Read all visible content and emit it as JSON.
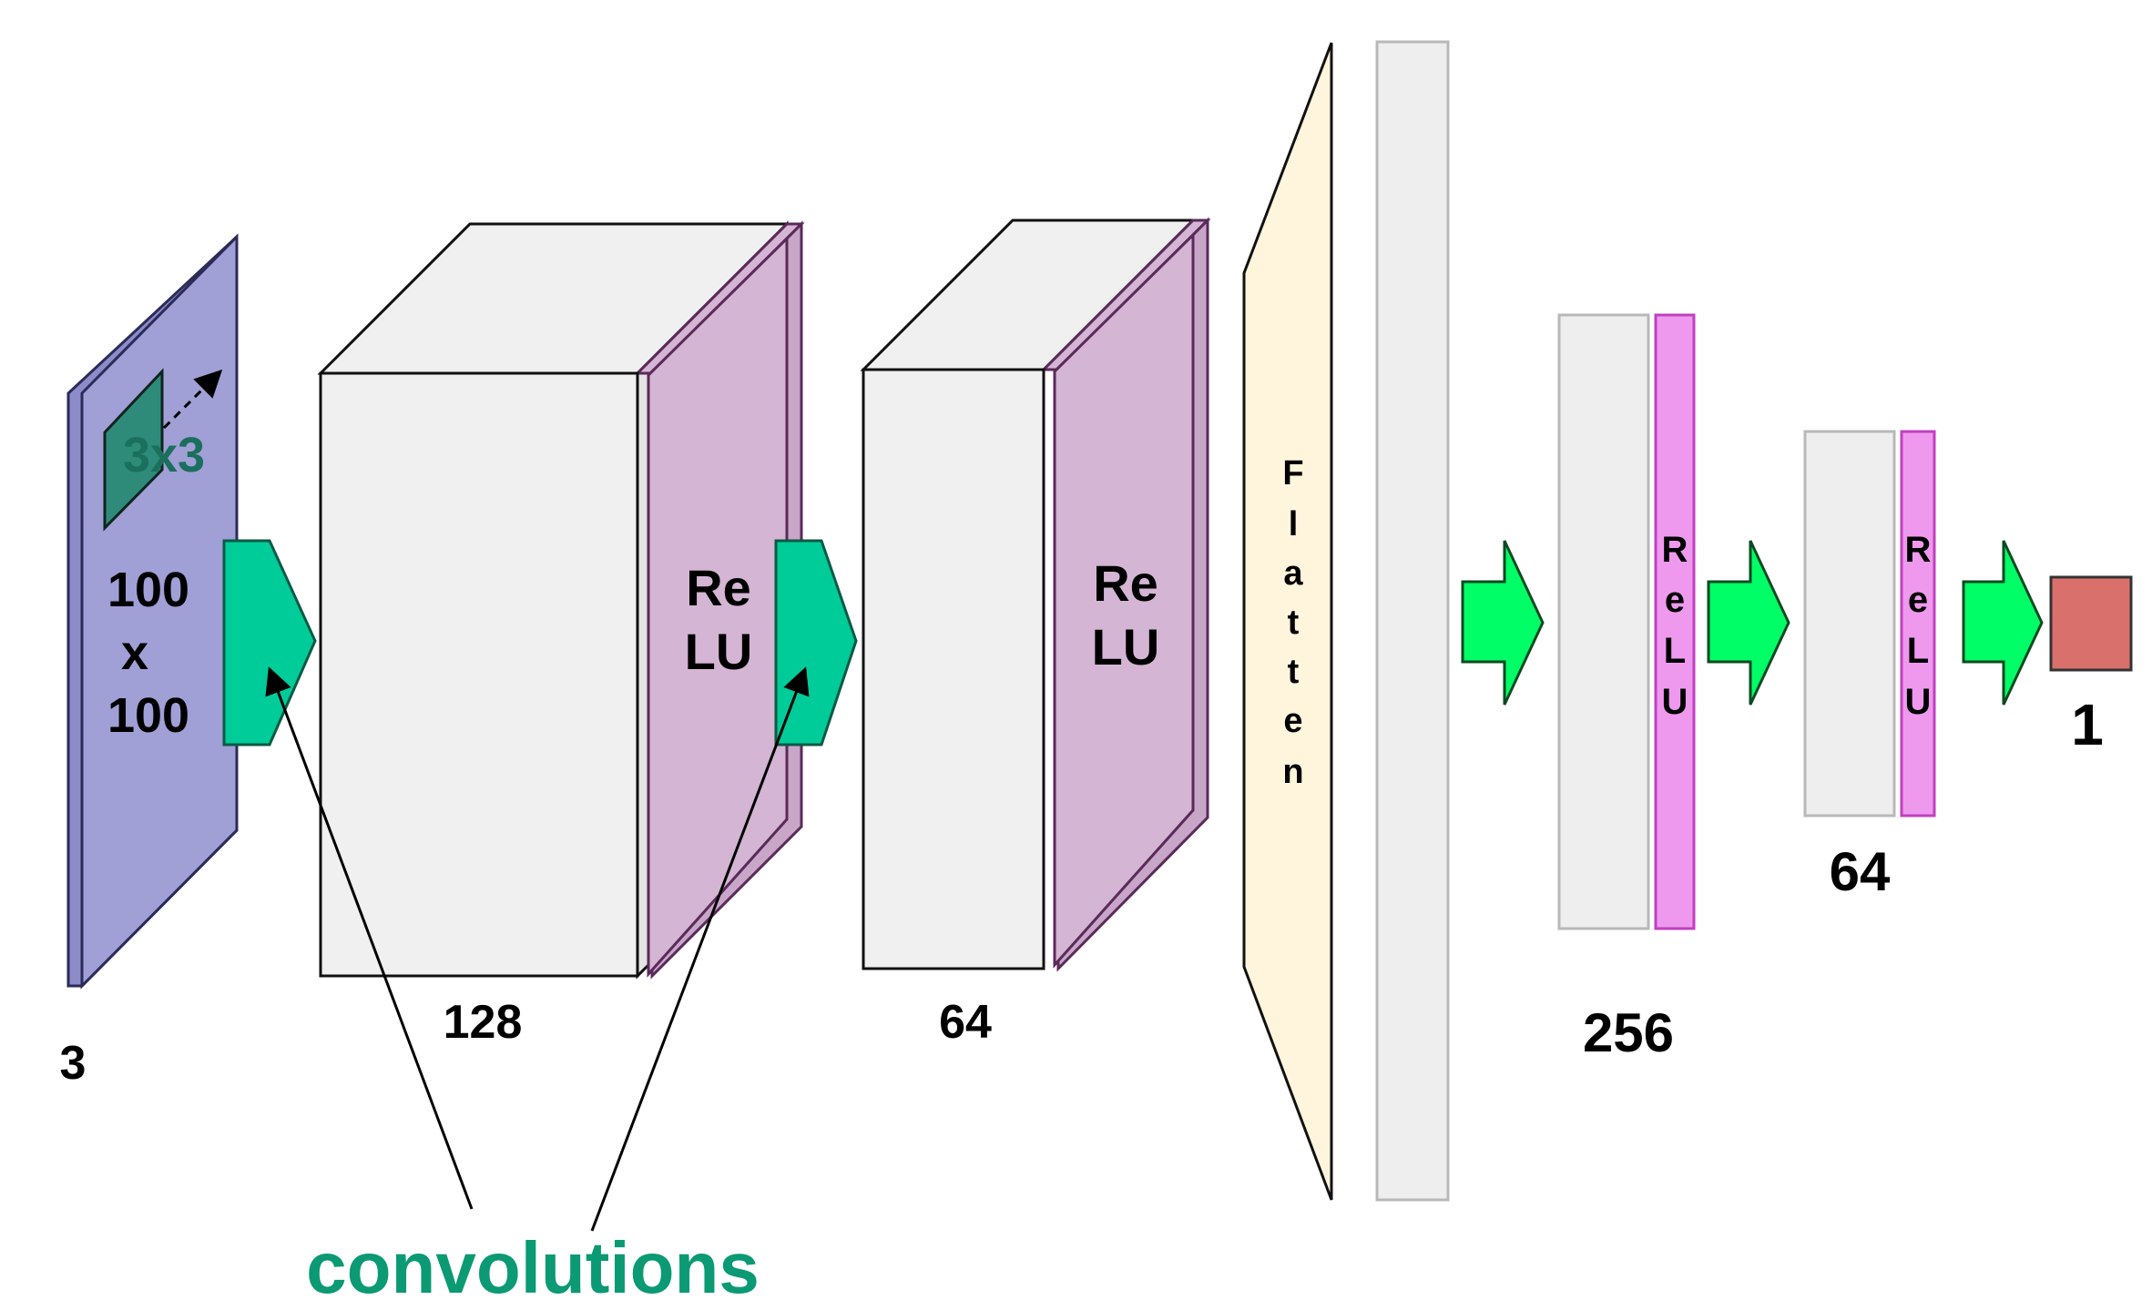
{
  "input": {
    "depth_label": "3",
    "size_line1": "100",
    "size_line2": "x",
    "size_line3": "100",
    "kernel_label": "3x3",
    "color": "#a09fd6"
  },
  "conv1": {
    "channels_label": "128",
    "relu_line1": "Re",
    "relu_line2": "LU"
  },
  "conv2": {
    "channels_label": "64",
    "relu_line1": "Re",
    "relu_line2": "LU"
  },
  "flatten": {
    "letters": [
      "F",
      "l",
      "a",
      "t",
      "t",
      "e",
      "n"
    ],
    "color": "#fff5dc"
  },
  "dense1": {
    "units_label": "256",
    "relu_letters": [
      "R",
      "e",
      "L",
      "U"
    ]
  },
  "dense2": {
    "units_label": "64",
    "relu_letters": [
      "R",
      "e",
      "L",
      "U"
    ]
  },
  "output": {
    "units_label": "1",
    "color": "#d9706b"
  },
  "annotation": {
    "text": "convolutions",
    "color": "#0b9a73"
  },
  "colors": {
    "relu_block": "#d4b5d4",
    "relu_dense": "#ee99ee",
    "conv_arrow": "#00cc99",
    "dense_arrow": "#00ff66",
    "block_face": "#f0f0f0"
  }
}
